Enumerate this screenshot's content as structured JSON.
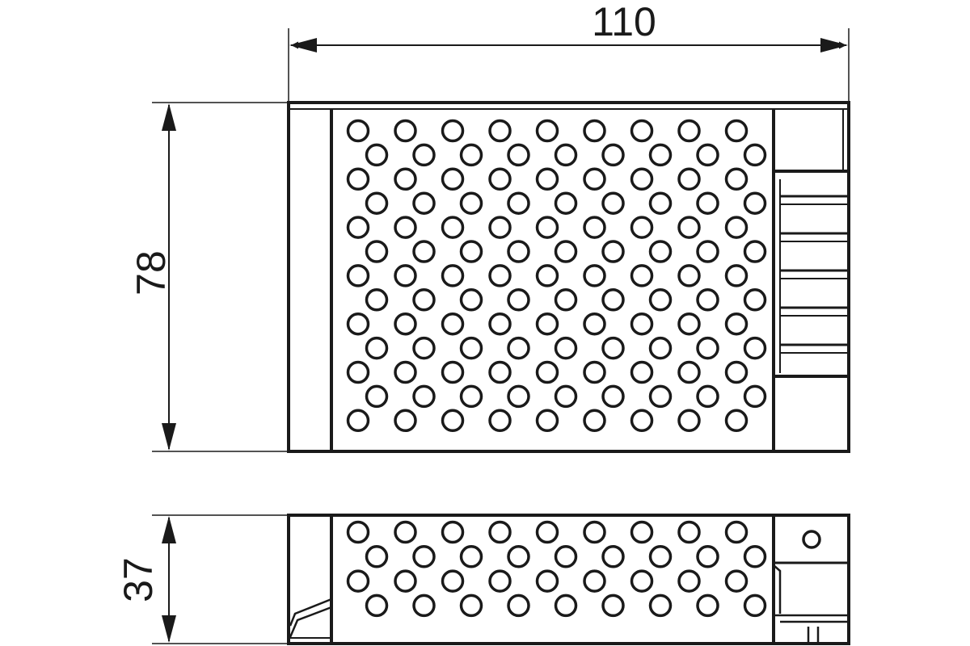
{
  "dimensions": {
    "width_label": "110",
    "height_label": "78",
    "depth_label": "37"
  },
  "diagram": {
    "top_view": {
      "vent_pattern": {
        "rows": 13,
        "holes_per_row": 9
      }
    },
    "side_view": {
      "vent_pattern": {
        "rows": 4,
        "holes_per_row": 9
      }
    }
  },
  "colors": {
    "stroke": "#1a1a1a",
    "background": "#ffffff"
  }
}
